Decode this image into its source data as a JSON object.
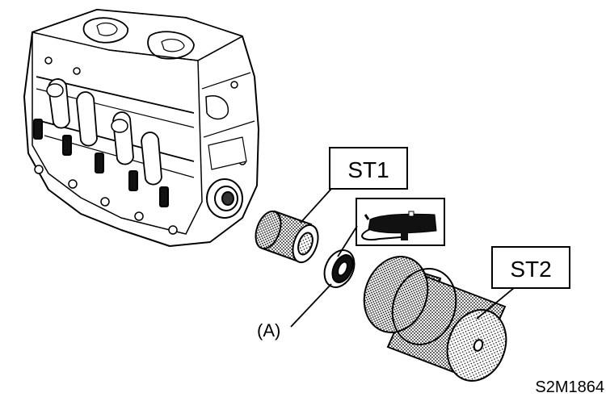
{
  "callouts": {
    "st1": "ST1",
    "st2": "ST2",
    "a": "(A)"
  },
  "figure_id": "S2M1864",
  "icons": [
    "cylinder-head-illustration",
    "oil-can-icon",
    "valve-stem-seal",
    "installer-tool-st1",
    "guide-tool-st2"
  ]
}
